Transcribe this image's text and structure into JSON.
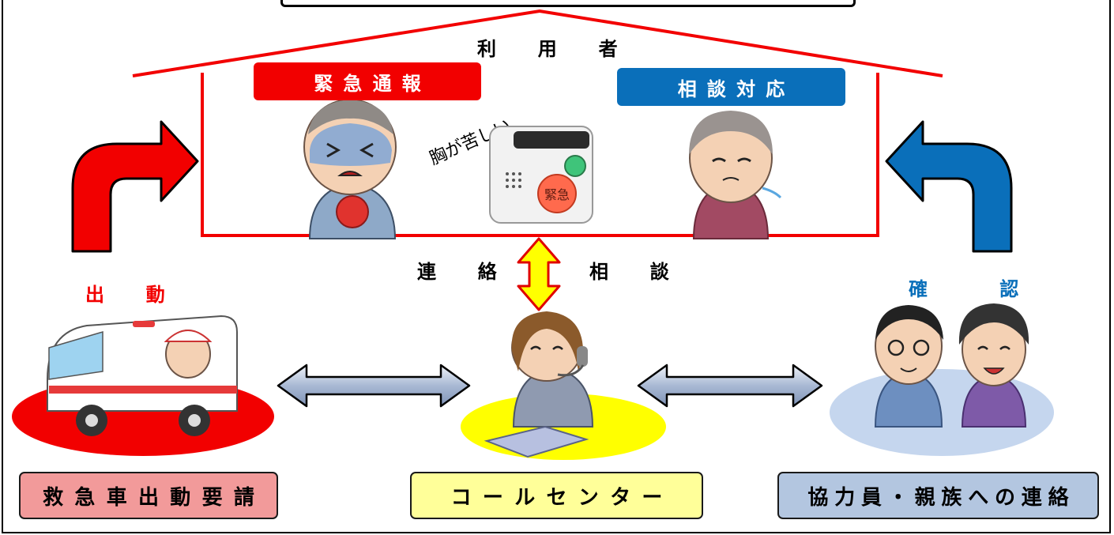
{
  "house": {
    "roof_label": "利　用　者"
  },
  "emergency_label": "緊急通報",
  "consult_label": "相談対応",
  "speech_text": "胸が苦しい",
  "device": {
    "button_label": "緊急"
  },
  "center_left_label": "連　絡",
  "center_right_label": "相　談",
  "dispatch_label": "出　動",
  "confirm_label": "確　　認",
  "bottom_boxes": {
    "ambulance": "救急車出動要請",
    "call_center": "コールセンター",
    "contacts": "協力員・親族への連絡"
  },
  "colors": {
    "red": "#f20000",
    "blue": "#0a6fba",
    "yellow": "#ffff00",
    "pink_box": "#f29a9a",
    "yellow_box": "#ffff99",
    "blue_box": "#b3c6e0",
    "ellipse_blue": "#c5d6ee"
  },
  "icons": {
    "left_arrow": "curved-arrow-up-right-icon",
    "right_arrow": "curved-arrow-up-left-icon",
    "double_arrow": "double-arrow-icon"
  }
}
